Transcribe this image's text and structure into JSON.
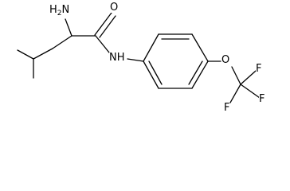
{
  "molecule": {
    "atoms": {
      "amine": {
        "element": "H",
        "subscript": "2",
        "suffix": "N"
      },
      "carbonyl_oxygen": {
        "element": "O"
      },
      "amide_nh": {
        "element": "NH"
      },
      "ether_oxygen": {
        "element": "O"
      },
      "fluorine_top": {
        "element": "F"
      },
      "fluorine_right": {
        "element": "F"
      },
      "fluorine_bottom": {
        "element": "F"
      }
    }
  }
}
